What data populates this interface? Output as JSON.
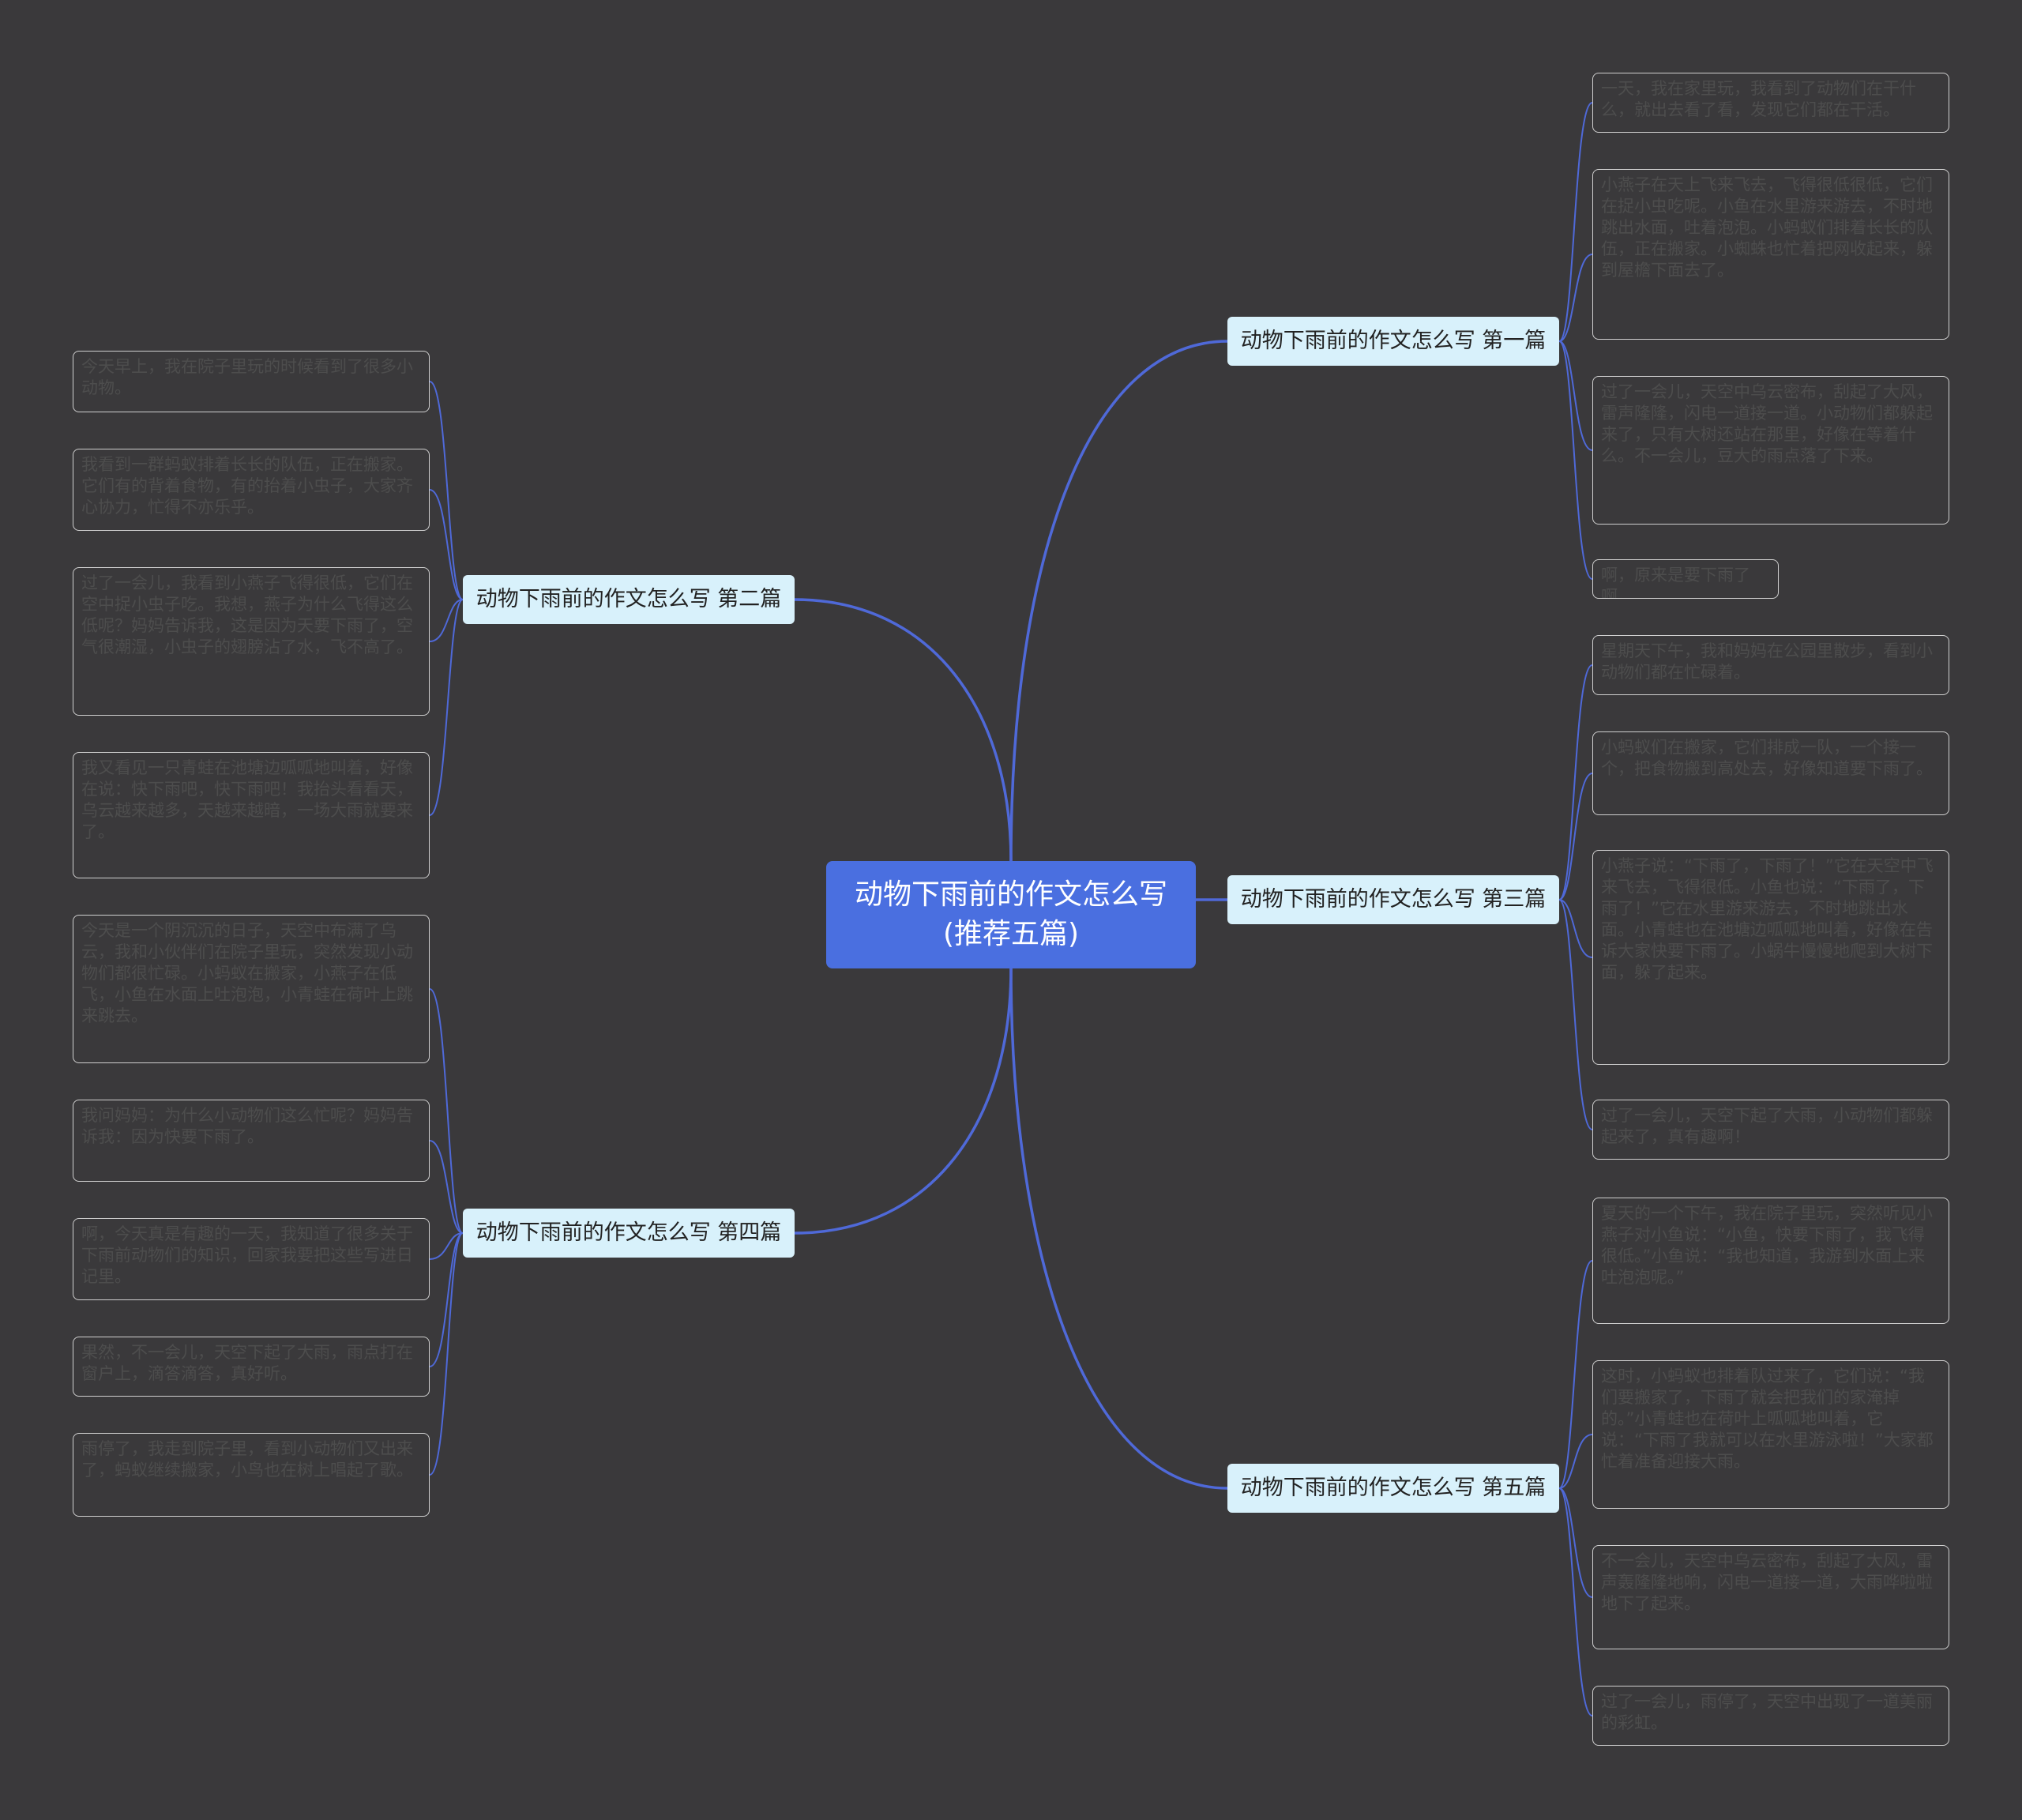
{
  "map": {
    "central_topic": "动物下雨前的作文怎么写(推荐五篇)",
    "link_color": "#4f69d8",
    "center_color": "#4a6fe0",
    "branch_color": "#d8f1fb",
    "background": "#3a393b",
    "branches": [
      {
        "label": "动物下雨前的作文怎么写 第一篇",
        "leaves": [
          "一天，我在家里玩，我看到了动物们在干什么，就出去看了看，发现它们都在干活。",
          "小燕子在天上飞来飞去，飞得很低很低，它们在捉小虫吃呢。小鱼在水里游来游去，不时地跳出水面，吐着泡泡。小蚂蚁们排着长长的队伍，正在搬家。小蜘蛛也忙着把网收起来，躲到屋檐下面去了。",
          "过了一会儿，天空中乌云密布，刮起了大风，雷声隆隆，闪电一道接一道。小动物们都躲起来了，只有大树还站在那里，好像在等着什么。不一会儿，豆大的雨点落了下来。",
          "啊，原来是要下雨了啊。"
        ]
      },
      {
        "label": "动物下雨前的作文怎么写 第二篇",
        "leaves": [
          "今天早上，我在院子里玩的时候看到了很多小动物。",
          "我看到一群蚂蚁排着长长的队伍，正在搬家。它们有的背着食物，有的抬着小虫子，大家齐心协力，忙得不亦乐乎。",
          "过了一会儿，我看到小燕子飞得很低，它们在空中捉小虫子吃。我想，燕子为什么飞得这么低呢？妈妈告诉我，这是因为天要下雨了，空气很潮湿，小虫子的翅膀沾了水，飞不高了。",
          "我又看见一只青蛙在池塘边呱呱地叫着，好像在说：快下雨吧，快下雨吧！我抬头看看天，乌云越来越多，天越来越暗，一场大雨就要来了。"
        ]
      },
      {
        "label": "动物下雨前的作文怎么写 第三篇",
        "leaves": [
          "星期天下午，我和妈妈在公园里散步，看到小动物们都在忙碌着。",
          "小蚂蚁们在搬家，它们排成一队，一个接一个，把食物搬到高处去，好像知道要下雨了。",
          "小燕子说：“下雨了，下雨了！”它在天空中飞来飞去，飞得很低。小鱼也说：“下雨了，下雨了！”它在水里游来游去，不时地跳出水面。小青蛙也在池塘边呱呱地叫着，好像在告诉大家快要下雨了。小蜗牛慢慢地爬到大树下面，躲了起来。",
          "过了一会儿，天空下起了大雨，小动物们都躲起来了，真有趣啊！"
        ]
      },
      {
        "label": "动物下雨前的作文怎么写 第四篇",
        "leaves": [
          "今天是一个阴沉沉的日子，天空中布满了乌云，我和小伙伴们在院子里玩，突然发现小动物们都很忙碌。小蚂蚁在搬家，小燕子在低飞，小鱼在水面上吐泡泡，小青蛙在荷叶上跳来跳去。",
          "我问妈妈：为什么小动物们这么忙呢？妈妈告诉我：因为快要下雨了。",
          "啊，今天真是有趣的一天，我知道了很多关于下雨前动物们的知识，回家我要把这些写进日记里。",
          "果然，不一会儿，天空下起了大雨，雨点打在窗户上，滴答滴答，真好听。",
          "雨停了，我走到院子里，看到小动物们又出来了，蚂蚁继续搬家，小鸟也在树上唱起了歌。"
        ]
      },
      {
        "label": "动物下雨前的作文怎么写 第五篇",
        "leaves": [
          "夏天的一个下午，我在院子里玩，突然听见小燕子对小鱼说：“小鱼，快要下雨了，我飞得很低。”小鱼说：“我也知道，我游到水面上来吐泡泡呢。”",
          "这时，小蚂蚁也排着队过来了，它们说：“我们要搬家了，下雨了就会把我们的家淹掉的。”小青蛙也在荷叶上呱呱地叫着，它说：“下雨了我就可以在水里游泳啦！”大家都忙着准备迎接大雨。",
          "不一会儿，天空中乌云密布，刮起了大风，雷声轰隆隆地响，闪电一道接一道，大雨哗啦啦地下了起来。",
          "过了一会儿，雨停了，天空中出现了一道美丽的彩虹。"
        ]
      }
    ]
  }
}
